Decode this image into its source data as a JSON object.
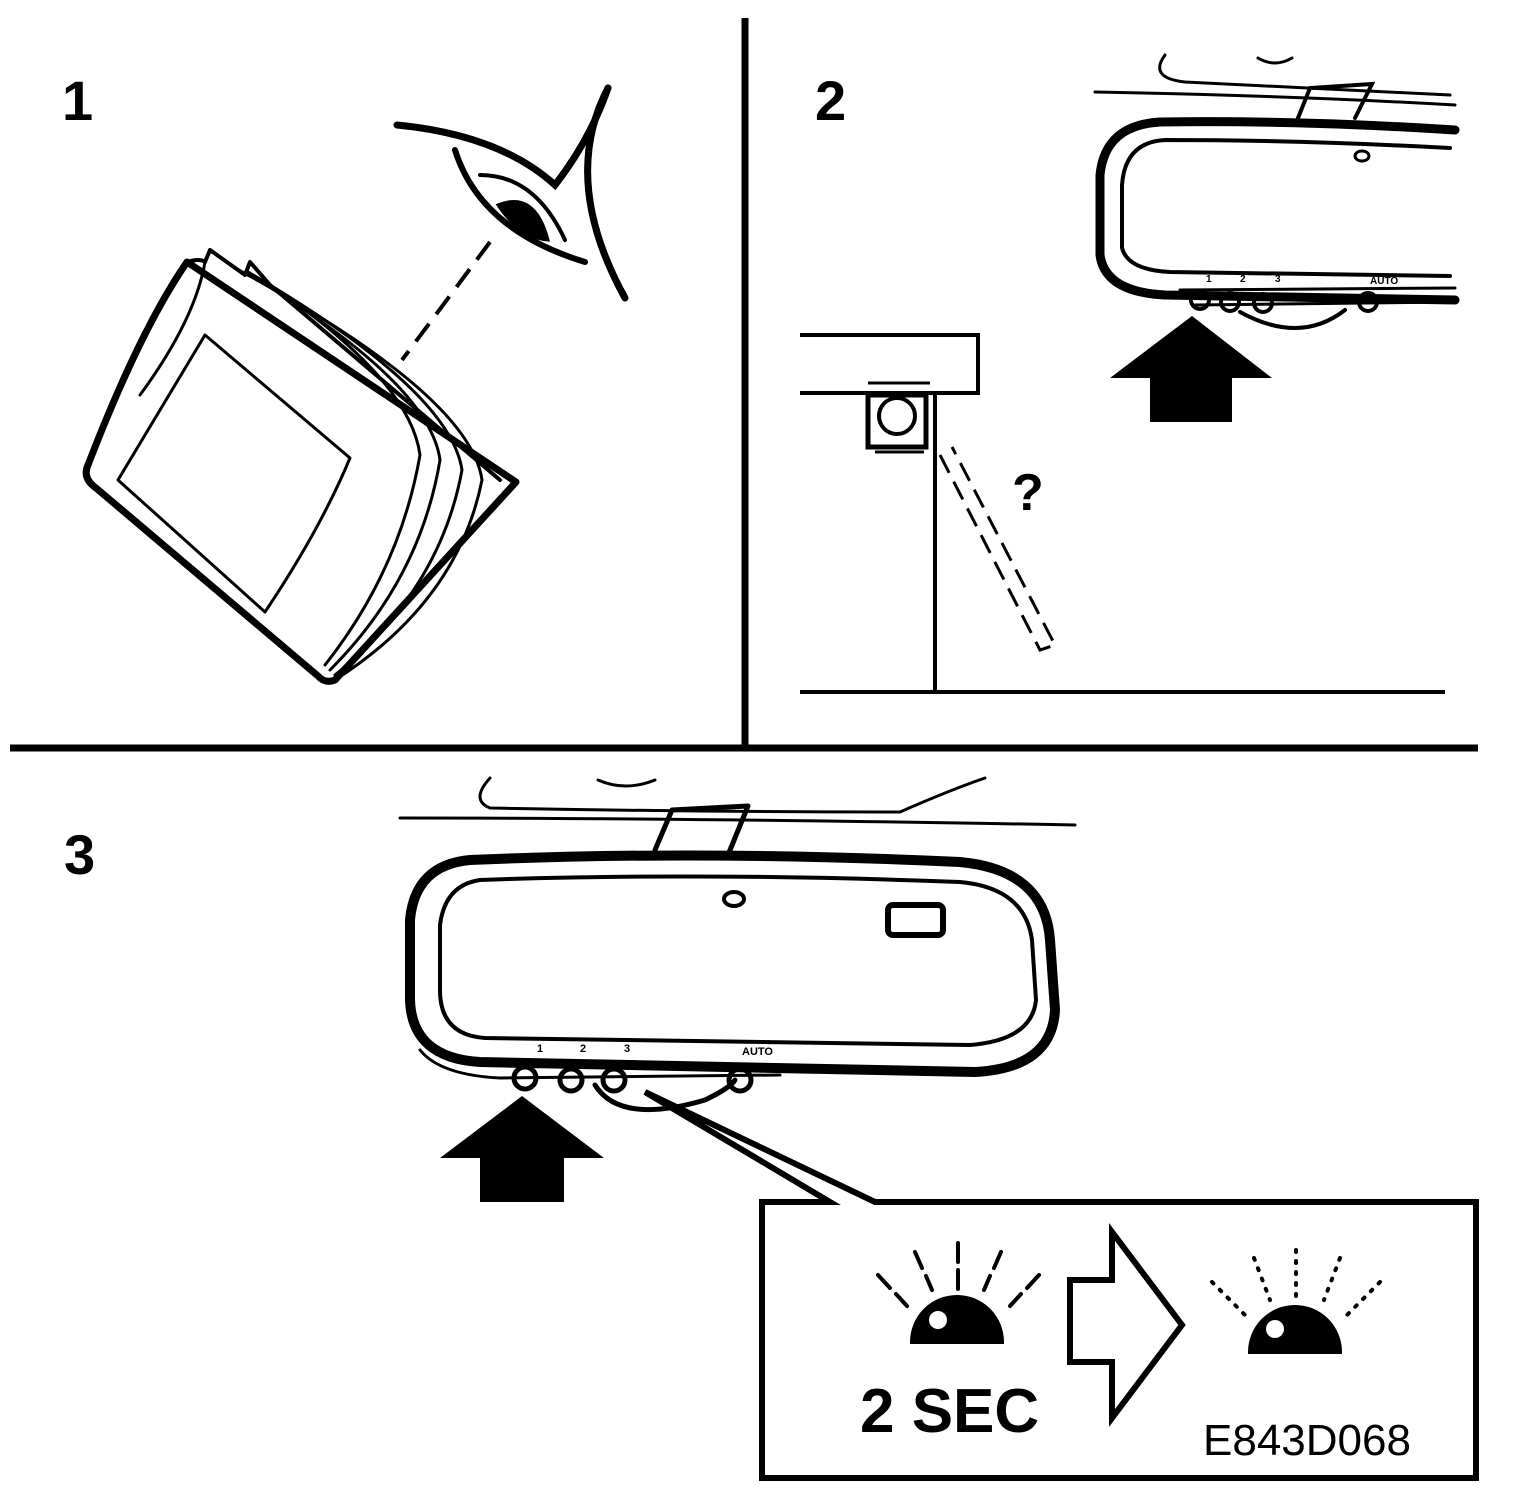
{
  "panels": {
    "p1": {
      "number": "1"
    },
    "p2": {
      "number": "2",
      "question": "?",
      "button_labels": [
        "1",
        "2",
        "3",
        "AUTO"
      ]
    },
    "p3": {
      "number": "3",
      "button_labels": [
        "1",
        "2",
        "3",
        "AUTO"
      ]
    }
  },
  "callout": {
    "duration": "2 SEC",
    "code": "E843D068"
  },
  "colors": {
    "ink": "#000000",
    "paper": "#ffffff"
  }
}
